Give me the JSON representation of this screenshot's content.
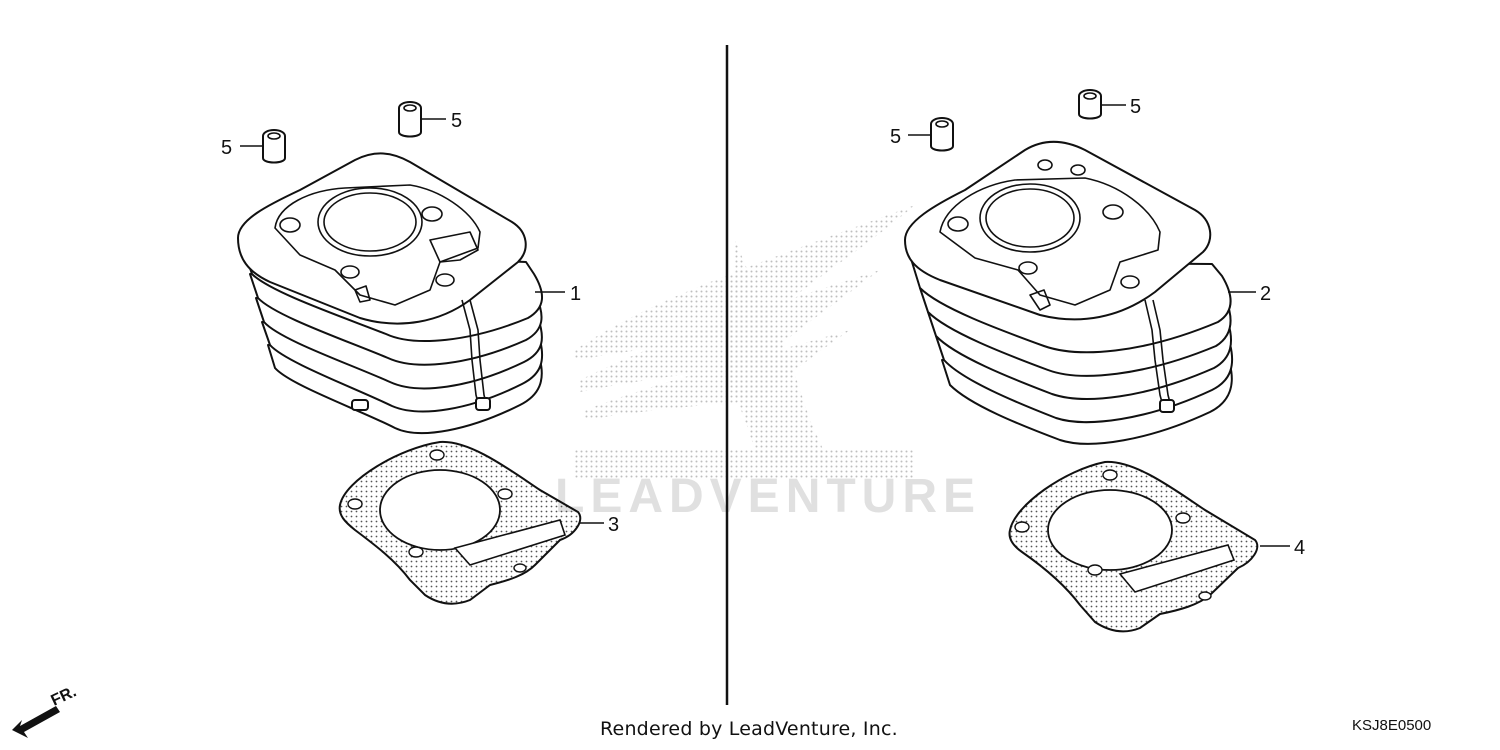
{
  "diagram": {
    "footer_credit": "Rendered by LeadVenture, Inc.",
    "diagram_code": "KSJ8E0500",
    "direction_label": "FR.",
    "watermark_text": "LEADVENTURE",
    "callouts": {
      "part1": "1",
      "part2": "2",
      "part3": "3",
      "part4": "4",
      "dowel_left_a": "5",
      "dowel_left_b": "5",
      "dowel_right_a": "5",
      "dowel_right_b": "5"
    }
  },
  "colors": {
    "line": "#111111",
    "watermark": "#d9d9d9",
    "background": "#ffffff"
  }
}
